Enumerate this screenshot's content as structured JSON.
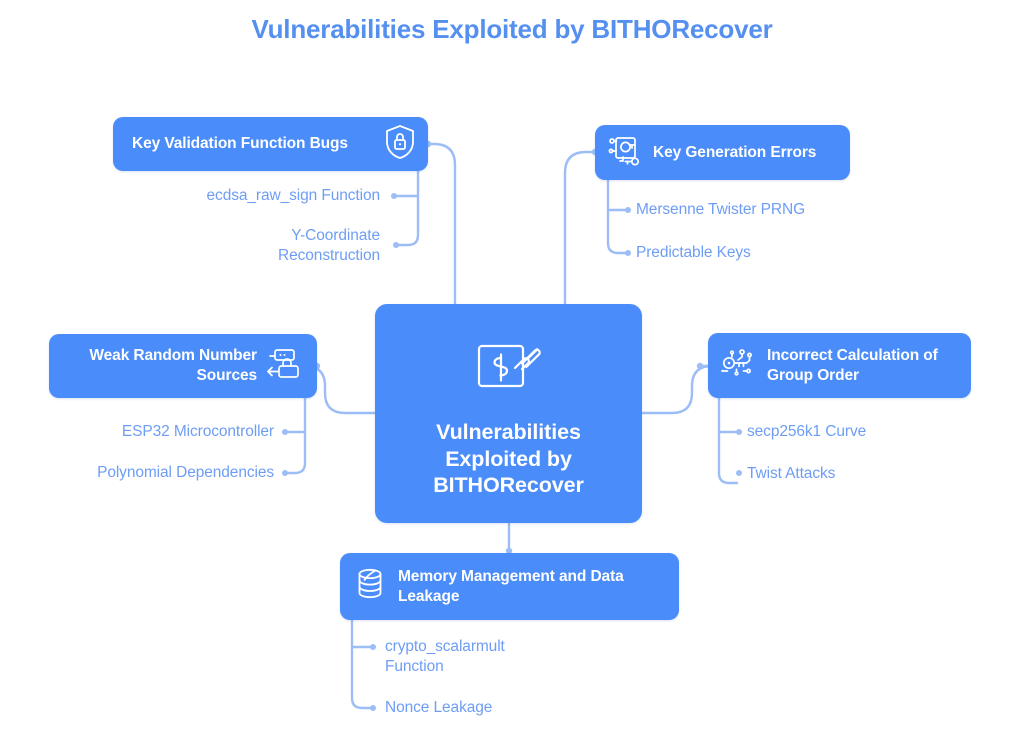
{
  "title": "Vulnerabilities Exploited by BITHORecover",
  "colors": {
    "node_blue": "#4a8cfa",
    "title_blue": "#5590f0",
    "sub_text_blue": "#6e9df5",
    "connector_blue": "#9dbdf7",
    "background": "#ffffff"
  },
  "center": {
    "label": "Vulnerabilities\nExploited by\nBITHORecover",
    "icon": "hand-money-folder-icon"
  },
  "branches": [
    {
      "id": "kvfb",
      "label": "Key Validation Function Bugs",
      "icon": "shield-lock-icon",
      "position": "top-left",
      "children": [
        "ecdsa_raw_sign Function",
        "Y-Coordinate\nReconstruction"
      ]
    },
    {
      "id": "kge",
      "label": "Key Generation Errors",
      "icon": "document-circuit-key-icon",
      "position": "top-right",
      "children": [
        "Mersenne Twister PRNG",
        "Predictable Keys"
      ]
    },
    {
      "id": "wrns",
      "label": "Weak Random Number Sources",
      "icon": "data-transfer-lock-icon",
      "position": "left",
      "children": [
        "ESP32 Microcontroller",
        "Polynomial Dependencies"
      ]
    },
    {
      "id": "icgo",
      "label": "Incorrect Calculation of Group Order",
      "icon": "circuit-key-icon",
      "position": "right",
      "children": [
        "secp256k1 Curve",
        "Twist Attacks"
      ]
    },
    {
      "id": "mmdl",
      "label": "Memory Management and Data Leakage",
      "icon": "database-icon",
      "position": "bottom",
      "children": [
        "crypto_scalarmult\nFunction",
        "Nonce Leakage"
      ]
    }
  ]
}
